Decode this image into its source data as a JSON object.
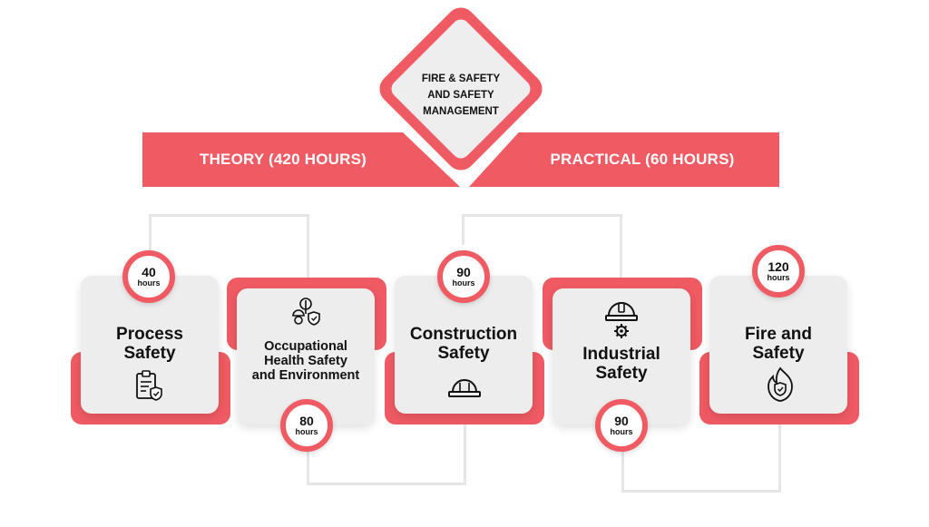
{
  "center": {
    "title_line1": "FIRE & SAFETY",
    "title_line2": "AND SAFETY",
    "title_line3": "MANAGEMENT"
  },
  "banner": {
    "left": "THEORY (420 HOURS)",
    "right": "PRACTICAL (60 HOURS)"
  },
  "modules": [
    {
      "title_line1": "Process",
      "title_line2": "Safety",
      "hours": "40",
      "unit": "hours",
      "icon": "clipboard-shield-icon"
    },
    {
      "title_line1": "Occupational",
      "title_line2": "Health Safety",
      "title_line3": "and Environment",
      "hours": "80",
      "unit": "hours",
      "icon": "worker-tree-shield-icon"
    },
    {
      "title_line1": "Construction",
      "title_line2": "Safety",
      "hours": "90",
      "unit": "hours",
      "icon": "hard-hat-icon"
    },
    {
      "title_line1": "Industrial",
      "title_line2": "Safety",
      "hours": "90",
      "unit": "hours",
      "icon": "helmet-gear-icon"
    },
    {
      "title_line1": "Fire and",
      "title_line2": "Safety",
      "hours": "120",
      "unit": "hours",
      "icon": "fire-shield-icon"
    }
  ],
  "colors": {
    "accent": "#ef5a63",
    "card": "#ededed",
    "line": "#e6e6e6"
  }
}
